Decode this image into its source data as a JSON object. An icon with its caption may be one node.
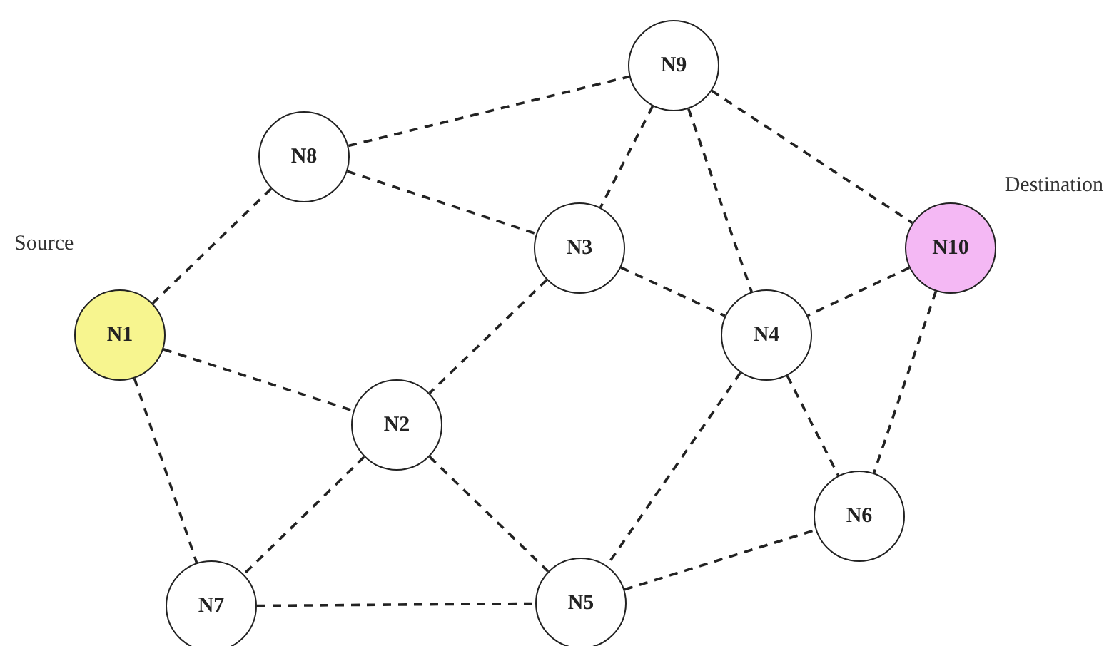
{
  "diagram": {
    "nodes": [
      {
        "text": [
          "N1"
        ],
        "beside": [
          "Source"
        ]
      },
      {
        "text": [
          "N2"
        ]
      },
      {
        "text": [
          "N3"
        ]
      },
      {
        "text": [
          "N4"
        ]
      },
      {
        "text": [
          "N5"
        ]
      },
      {
        "text": [
          "N6"
        ]
      },
      {
        "text": [
          "N7"
        ]
      },
      {
        "text": [
          "N8"
        ]
      },
      {
        "text": [
          "N9"
        ]
      },
      {
        "text": [
          "N10"
        ],
        "beside": [
          "Destination"
        ]
      }
    ],
    "edges": [
      {
        "from": 7,
        "to": 8,
        "arrow": "none"
      },
      {
        "from": 7,
        "to": 0,
        "arrow": "none"
      },
      {
        "from": 7,
        "to": 2,
        "arrow": "none"
      },
      {
        "from": 8,
        "to": 2,
        "arrow": "none"
      },
      {
        "from": 8,
        "to": 3,
        "arrow": "none"
      },
      {
        "from": 8,
        "to": 9,
        "arrow": "none"
      },
      {
        "from": 2,
        "to": 3,
        "arrow": "none"
      },
      {
        "from": 2,
        "to": 1,
        "arrow": "none"
      },
      {
        "from": 9,
        "to": 3,
        "arrow": "none"
      },
      {
        "from": 9,
        "to": 5,
        "arrow": "none"
      },
      {
        "from": 0,
        "to": 1,
        "arrow": "none"
      },
      {
        "from": 0,
        "to": 6,
        "arrow": "none"
      },
      {
        "from": 1,
        "to": 6,
        "arrow": "none"
      },
      {
        "from": 1,
        "to": 4,
        "arrow": "none"
      },
      {
        "from": 3,
        "to": 4,
        "arrow": "none"
      },
      {
        "from": 3,
        "to": 5,
        "arrow": "none"
      },
      {
        "from": 6,
        "to": 4,
        "arrow": "none"
      },
      {
        "from": 4,
        "to": 5,
        "arrow": "none"
      }
    ]
  }
}
